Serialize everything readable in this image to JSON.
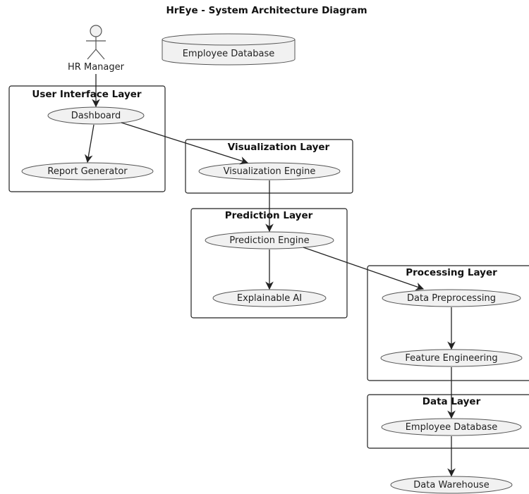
{
  "title": "HrEye - System Architecture Diagram",
  "actor": {
    "label": "HR Manager"
  },
  "floating_db": {
    "label": "Employee Database"
  },
  "packages": {
    "ui": {
      "title": "User Interface Layer",
      "nodes": {
        "dashboard": "Dashboard",
        "report": "Report Generator"
      }
    },
    "viz": {
      "title": "Visualization Layer",
      "nodes": {
        "engine": "Visualization Engine"
      }
    },
    "pred": {
      "title": "Prediction Layer",
      "nodes": {
        "engine": "Prediction Engine",
        "xai": "Explainable AI"
      }
    },
    "proc": {
      "title": "Processing Layer",
      "nodes": {
        "prep": "Data Preprocessing",
        "feat": "Feature Engineering"
      }
    },
    "data": {
      "title": "Data Layer",
      "nodes": {
        "db": "Employee Database"
      }
    }
  },
  "external": {
    "warehouse": "Data Warehouse"
  }
}
